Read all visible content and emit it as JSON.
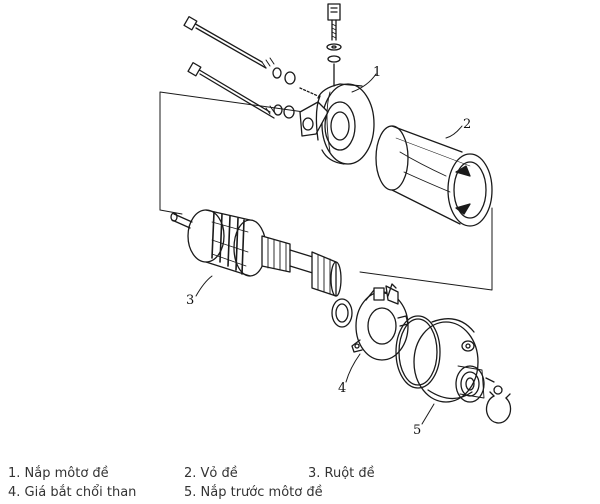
{
  "callouts": [
    "1",
    "2",
    "3",
    "4",
    "5"
  ],
  "legend": {
    "row1": [
      "1. Nắp môtơ đề",
      "2. Vỏ đề",
      "3. Ruột đề"
    ],
    "row2": [
      "4. Giá bắt chổi than",
      "5. Nắp trước môtơ đề"
    ]
  }
}
